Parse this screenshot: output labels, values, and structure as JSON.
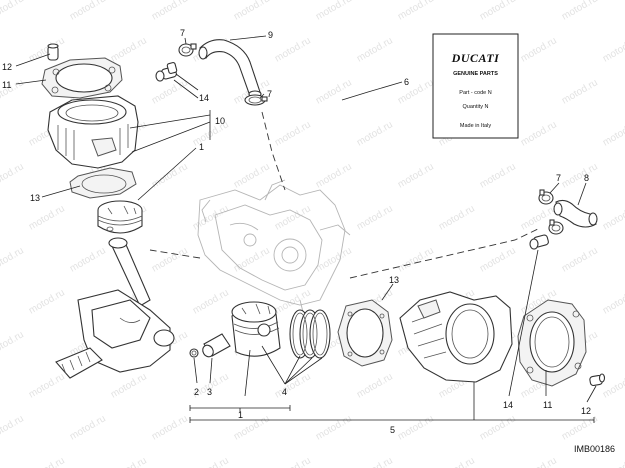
{
  "callouts": {
    "c1_top": "1",
    "c1_bottom": "1",
    "c2": "2",
    "c3": "3",
    "c4": "4",
    "c5": "5",
    "c6": "6",
    "c7_top": "7",
    "c7_mid": "7",
    "c7_right": "7",
    "c8": "8",
    "c9": "9",
    "c10": "10",
    "c11_left": "11",
    "c11_right": "11",
    "c12_left": "12",
    "c12_right": "12",
    "c13_left": "13",
    "c13_mid": "13",
    "c14_left": "14",
    "c14_right": "14"
  },
  "parts_card": {
    "brand": "DUCATI",
    "title": "GENUINE PARTS",
    "part_code": "Part - code N",
    "quantity": "Quantity N",
    "origin": "Made in Italy"
  },
  "watermark": "motod.ru",
  "diagram_code": "IMB00186"
}
